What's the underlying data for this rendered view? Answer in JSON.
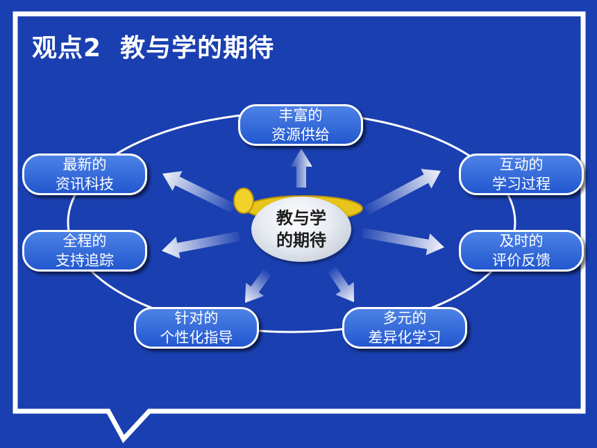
{
  "title": "观点2  教与学的期待",
  "center": {
    "line1": "教与学",
    "line2": "的期待"
  },
  "nodes": [
    {
      "line1": "丰富的",
      "line2": "资源供给"
    },
    {
      "line1": "互动的",
      "line2": "学习过程"
    },
    {
      "line1": "及时的",
      "line2": "评价反馈"
    },
    {
      "line1": "多元的",
      "line2": "差异化学习"
    },
    {
      "line1": "针对的",
      "line2": "个性化指导"
    },
    {
      "line1": "全程的",
      "line2": "支持追踪"
    },
    {
      "line1": "最新的",
      "line2": "资讯科技"
    }
  ],
  "colors": {
    "background": "#1a3fb0",
    "node_fill": "#2f66d8",
    "frame": "#ffffff",
    "ring": "#e8c51a"
  }
}
